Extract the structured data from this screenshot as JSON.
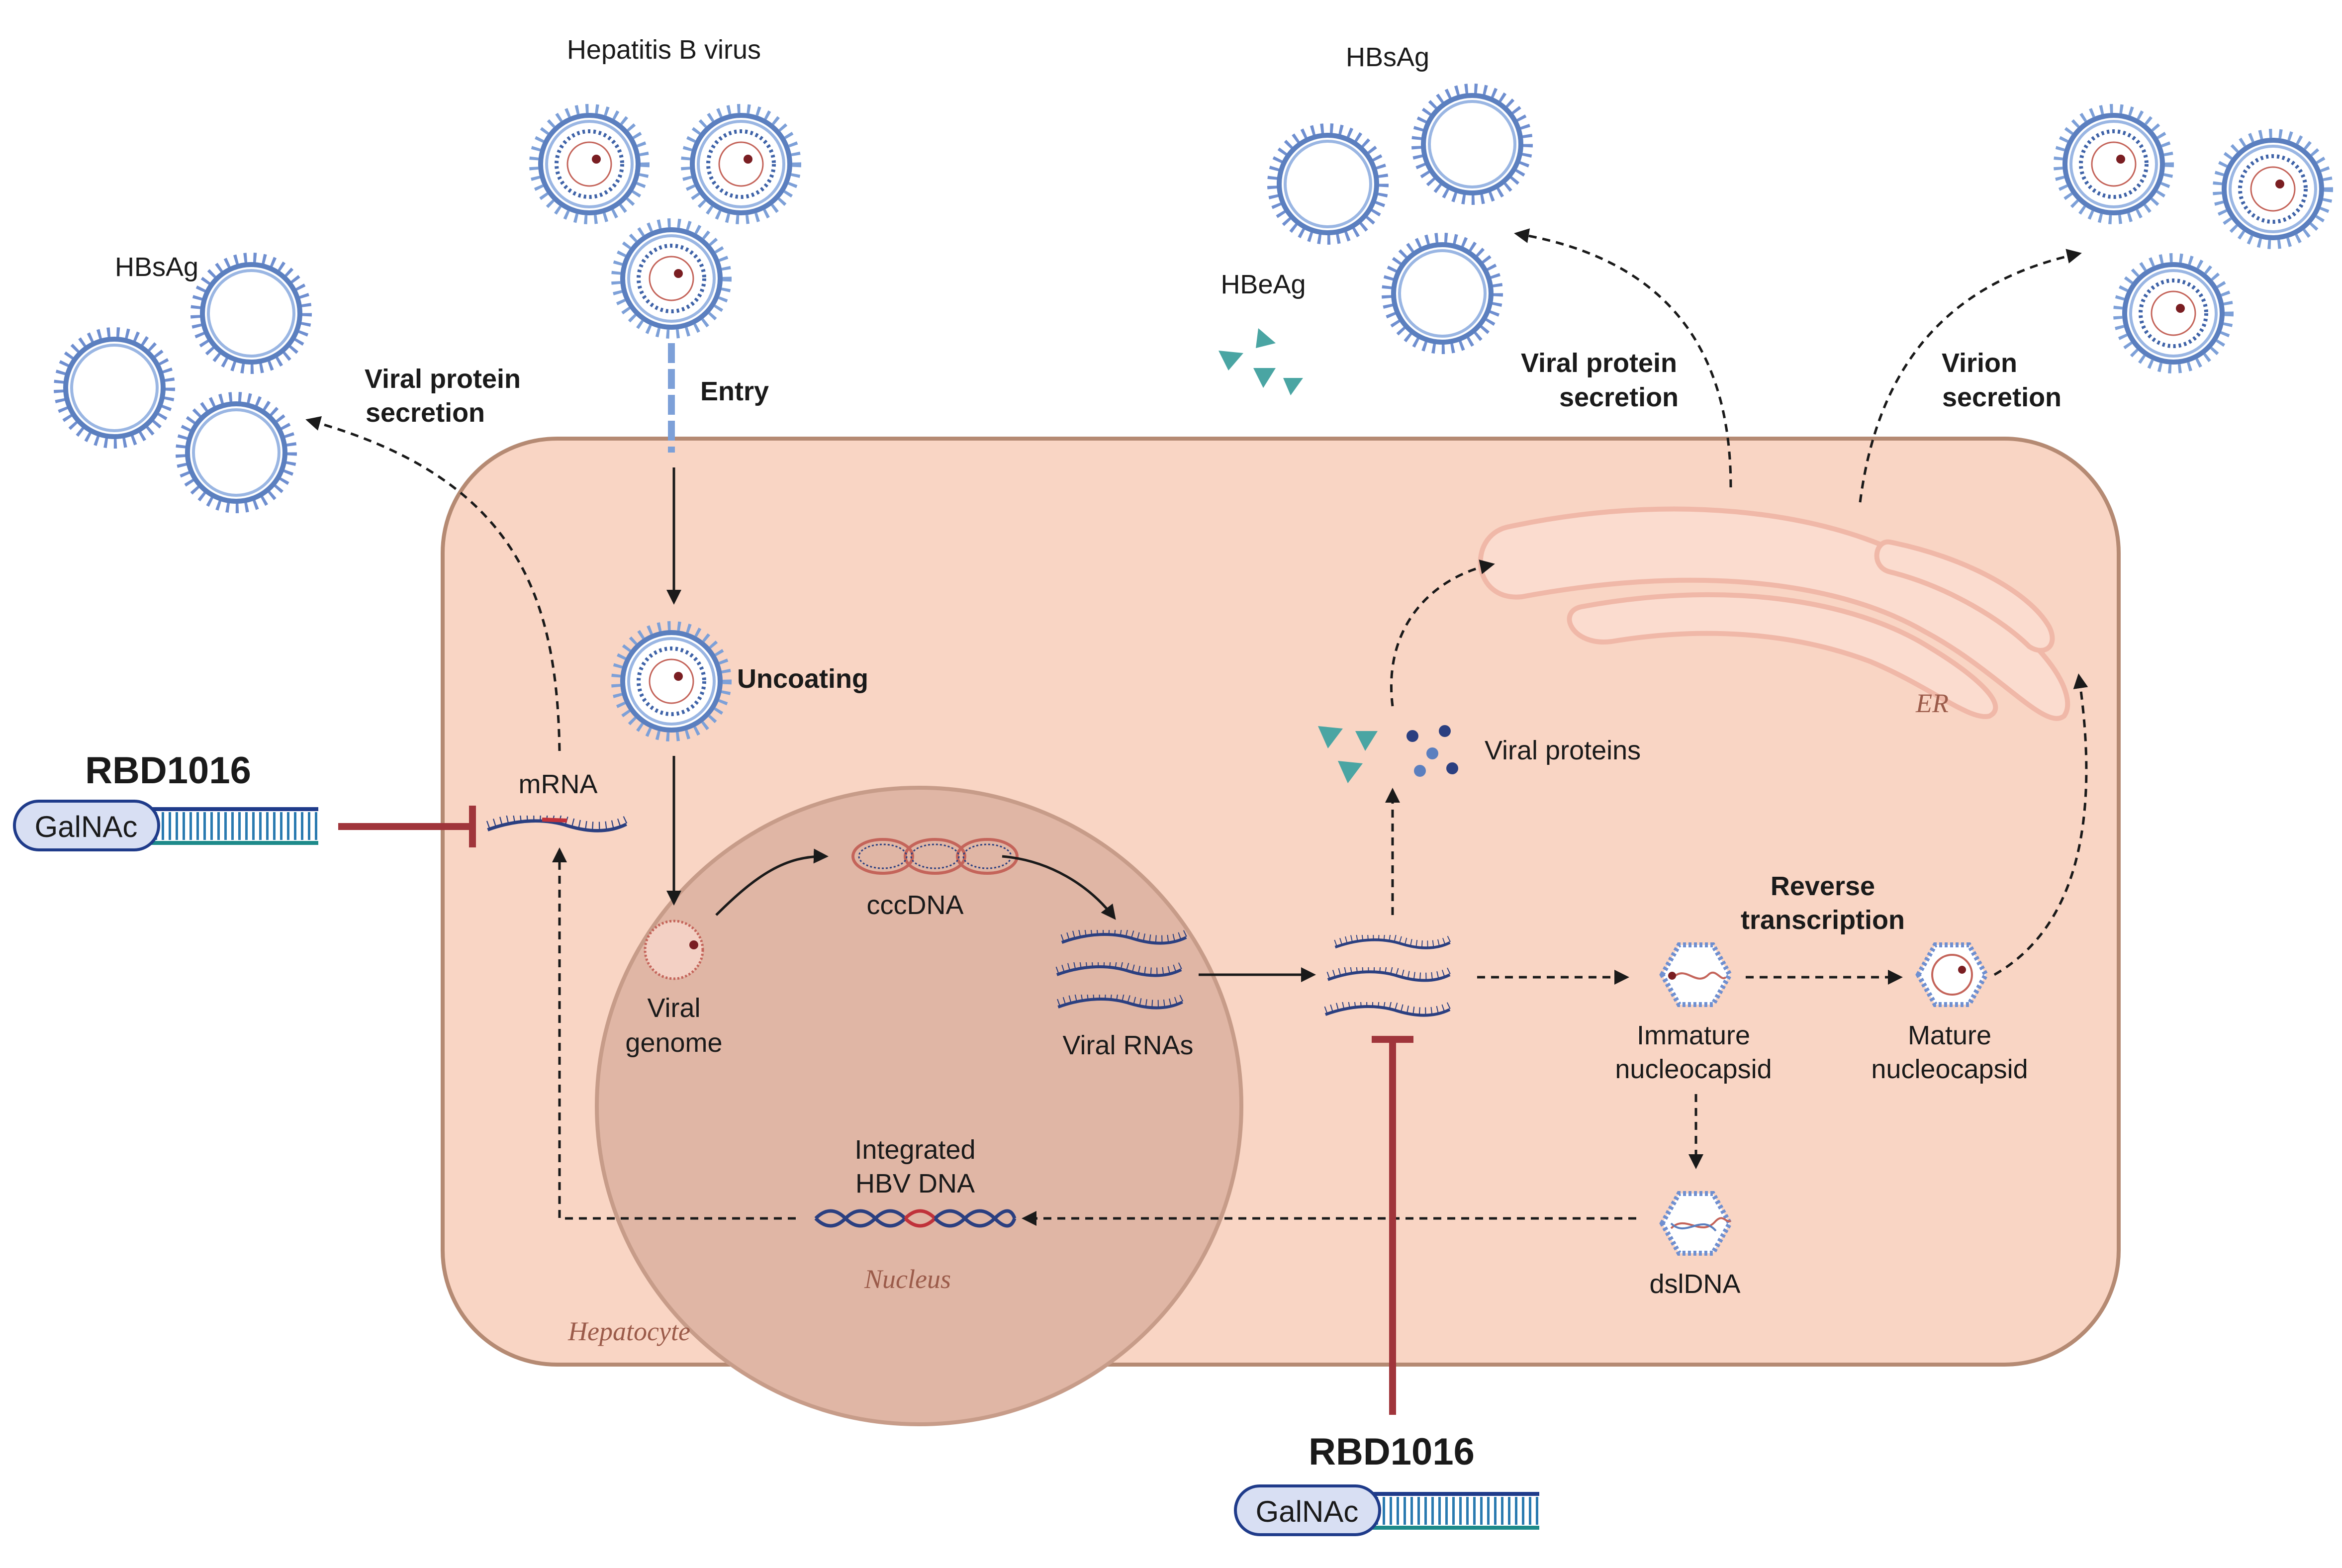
{
  "labels": {
    "hbv": "Hepatitis B virus",
    "entry": "Entry",
    "uncoating": "Uncoating",
    "hbsag_left": "HBsAg",
    "hbsag_right": "HBsAg",
    "hbeag": "HBeAg",
    "viral_protein_secretion_left": [
      "Viral protein",
      "secretion"
    ],
    "viral_protein_secretion_right": [
      "Viral protein",
      "secretion"
    ],
    "virion_secretion": [
      "Virion",
      "secretion"
    ],
    "viral_proteins": "Viral proteins",
    "er": "ER",
    "mrna": "mRNA",
    "cccdna": "cccDNA",
    "viral_genome": [
      "Viral",
      "genome"
    ],
    "viral_rnas": "Viral RNAs",
    "reverse_transcription": [
      "Reverse",
      "transcription"
    ],
    "immature_nucleocapsid": [
      "Immature",
      "nucleocapsid"
    ],
    "mature_nucleocapsid": [
      "Mature",
      "nucleocapsid"
    ],
    "integrated_hbv_dna": [
      "Integrated",
      "HBV DNA"
    ],
    "dsldna": "dslDNA",
    "nucleus": "Nucleus",
    "hepatocyte": "Hepatocyte"
  },
  "drug_left": {
    "name": "RBD1016",
    "conjugate": "GalNAc"
  },
  "drug_bottom": {
    "name": "RBD1016",
    "conjugate": "GalNAc"
  },
  "colors": {
    "cell_fill": "#f9d5c4",
    "cell_stroke": "#b58a73",
    "nucleus_fill": "#e0b6a5",
    "virus_blue": "#5b7fbf",
    "inhibitor_red": "#a0353b",
    "er_fill": "#fbdccf"
  }
}
